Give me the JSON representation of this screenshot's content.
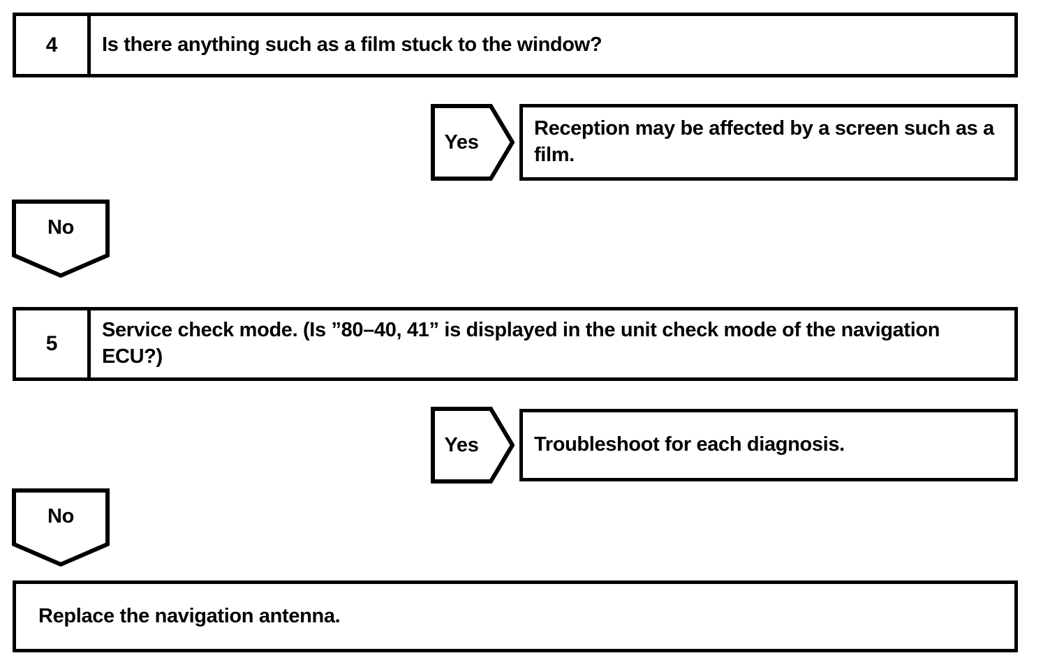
{
  "document": {
    "type": "troubleshooting-flowchart",
    "ink_color": "#000000",
    "background_color": "#ffffff"
  },
  "steps": [
    {
      "number": "4",
      "question": "Is there anything such as a film stuck to the window?"
    },
    {
      "number": "5",
      "question": "Service check mode. (Is ”80–40, 41” is displayed in the unit check mode of the navigation ECU?)"
    }
  ],
  "branches": [
    {
      "label": "Yes",
      "result": "Reception may be affected by a screen such as a film."
    },
    {
      "label": "No"
    },
    {
      "label": "Yes",
      "result": "Troubleshoot for each diagnosis."
    },
    {
      "label": "No"
    }
  ],
  "final": {
    "action": "Replace the navigation antenna."
  }
}
